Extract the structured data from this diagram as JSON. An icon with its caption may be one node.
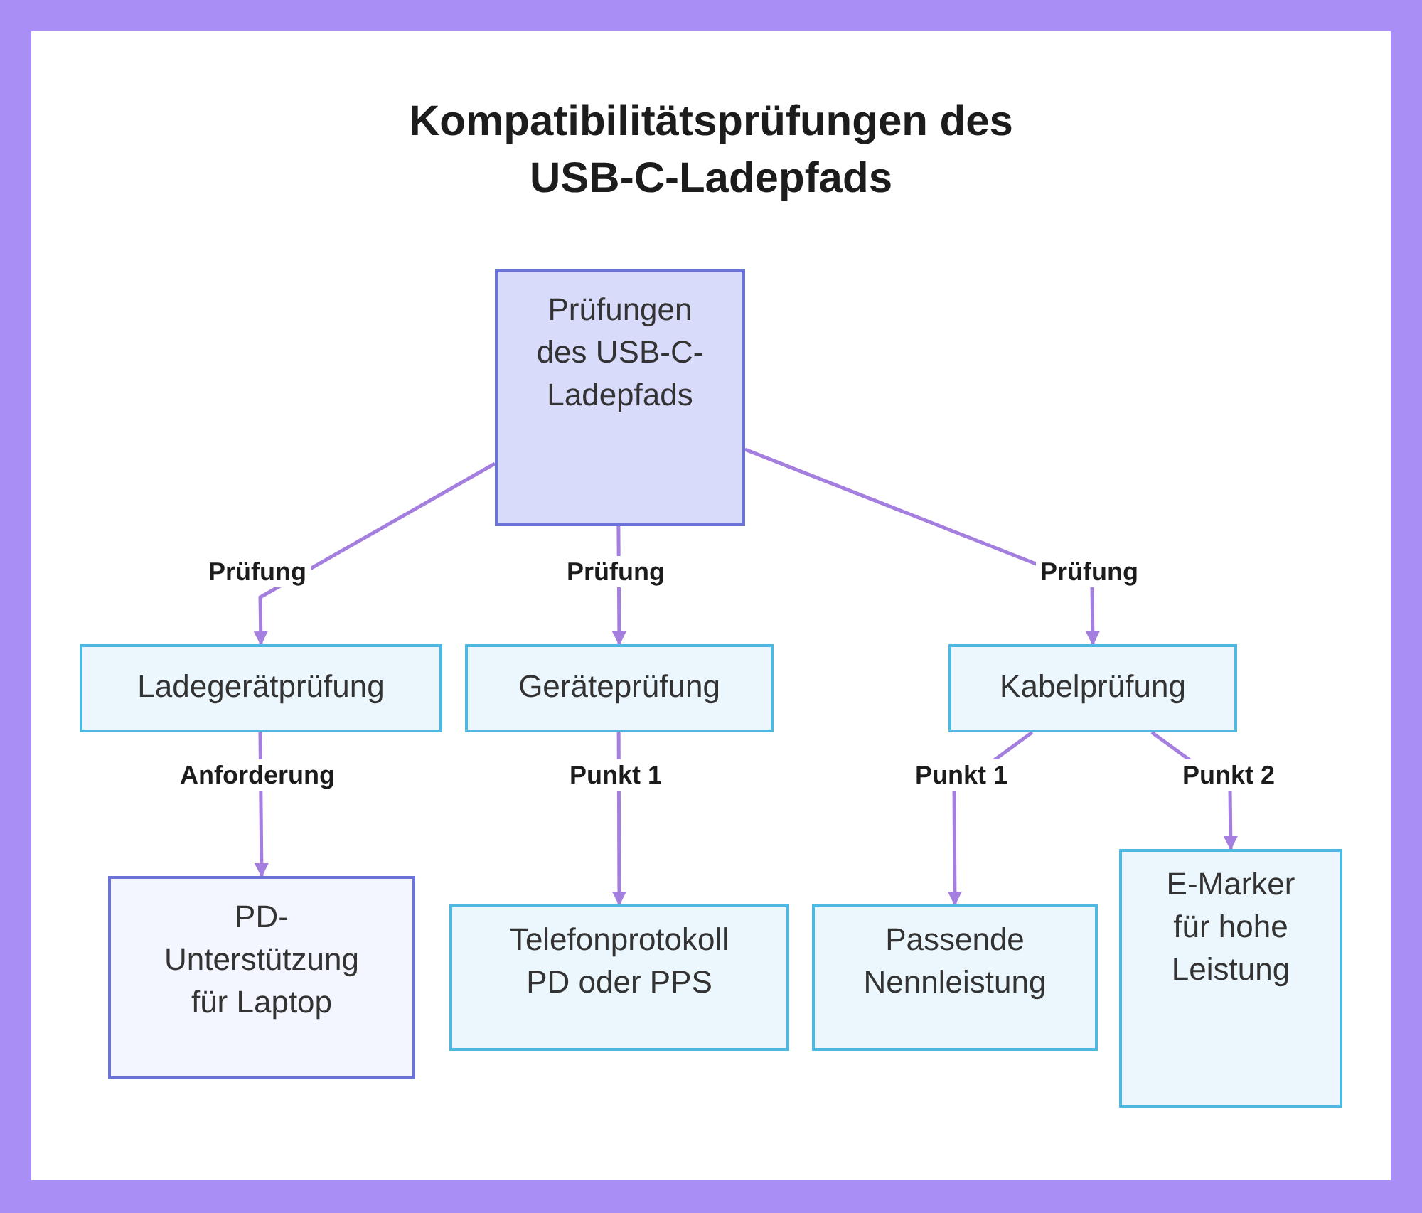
{
  "diagram": {
    "title": "Kompatibilitätsprüfungen des USB-C-Ladepfads",
    "nodes": [
      {
        "text": [
          "Prüfungen des USB-C-Ladepfads"
        ]
      },
      {
        "text": [
          "Ladegerätprüfung"
        ]
      },
      {
        "text": [
          "Geräteprüfung"
        ]
      },
      {
        "text": [
          "Kabelprüfung"
        ]
      },
      {
        "text": [
          "PD-Unterstützung für Laptop"
        ]
      },
      {
        "text": [
          "Telefonprotokoll PD oder PPS"
        ]
      },
      {
        "text": [
          "Passende Nennleistung"
        ]
      },
      {
        "text": [
          "E-Marker für hohe Leistung"
        ]
      }
    ],
    "edges": [
      {
        "from": 0,
        "to": 1,
        "arrow": "to",
        "label": "Prüfung"
      },
      {
        "from": 0,
        "to": 2,
        "arrow": "to",
        "label": "Prüfung"
      },
      {
        "from": 0,
        "to": 3,
        "arrow": "to",
        "label": "Prüfung"
      },
      {
        "from": 1,
        "to": 4,
        "arrow": "to",
        "label": "Anforderung"
      },
      {
        "from": 2,
        "to": 5,
        "arrow": "to",
        "label": "Punkt 1"
      },
      {
        "from": 3,
        "to": 6,
        "arrow": "to",
        "label": "Punkt 1"
      },
      {
        "from": 3,
        "to": 7,
        "arrow": "to",
        "label": "Punkt 2"
      }
    ]
  }
}
